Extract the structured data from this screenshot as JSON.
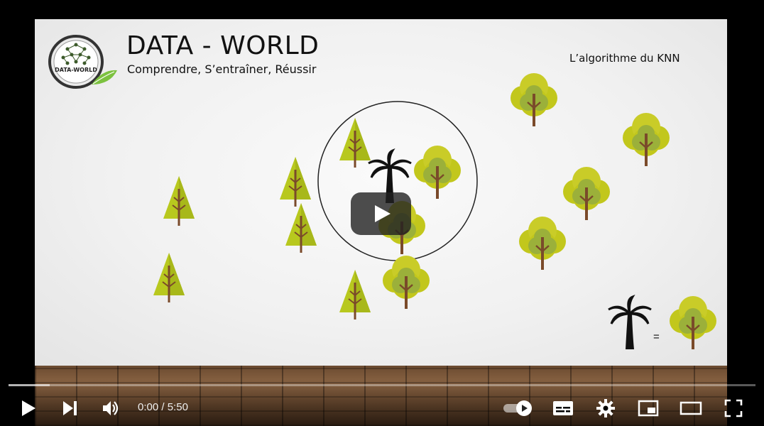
{
  "slide": {
    "brand_title": "DATA - WORLD",
    "brand_subtitle": "Comprendre, S’entraîner, Réussir",
    "logo_text": "DATA-WORLD",
    "topic": "L’algorithme du KNN",
    "equation_sign": "="
  },
  "player": {
    "time_current": "0:00",
    "time_separator": " / ",
    "time_total": "5:50",
    "loaded_fraction": 0.055
  },
  "colors": {
    "tree_green": "#b3c421",
    "tree_light": "#c9d43e",
    "trunk": "#7a4a2a",
    "round_tree_outer": "#c5c81f",
    "round_tree_inner": "#9fb33a"
  }
}
